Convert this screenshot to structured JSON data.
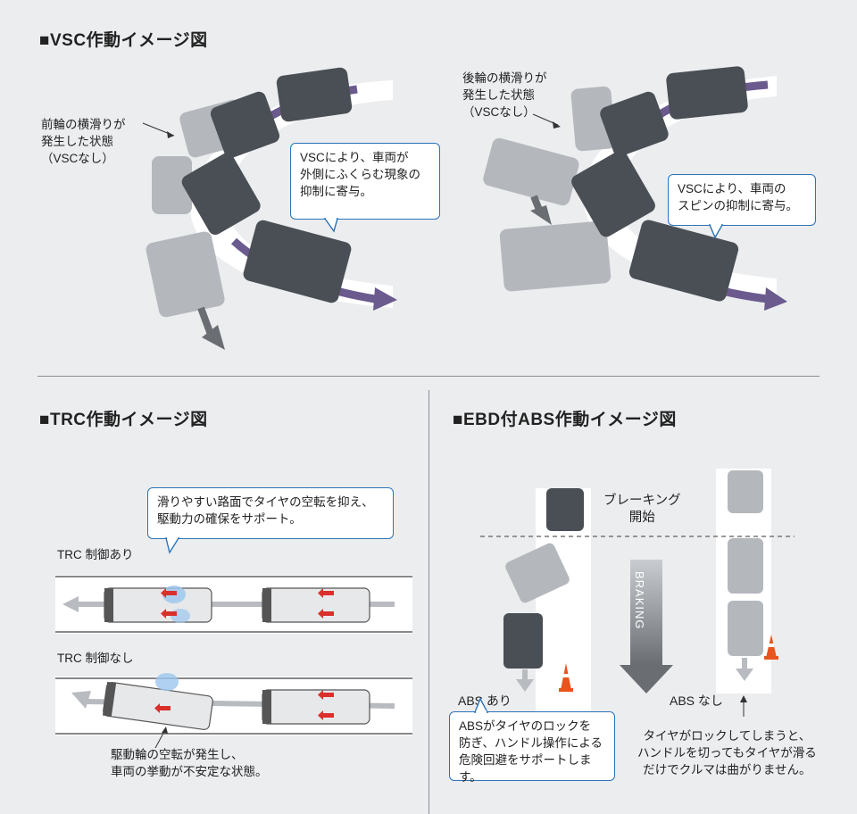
{
  "vsc": {
    "title": "■VSC作動イメージ図",
    "front_slip_label": "前輪の横滑りが\n発生した状態\n（VSCなし）",
    "rear_slip_label": "後輪の横滑りが\n発生した状態\n（VSCなし）",
    "bubble_left": "VSCにより、車両が\n外側にふくらむ現象の\n抑制に寄与。",
    "bubble_right": "VSCにより、車両の\nスピンの抑制に寄与。"
  },
  "trc": {
    "title": "■TRC作動イメージ図",
    "bubble": "滑りやすい路面でタイヤの空転を抑え、\n駆動力の確保をサポート。",
    "with_label": "TRC 制御あり",
    "without_label": "TRC 制御なし",
    "note": "駆動輪の空転が発生し、\n車両の挙動が不安定な状態。"
  },
  "abs": {
    "title": "■EBD付ABS作動イメージ図",
    "braking_start": "ブレーキング\n開始",
    "braking_word": "BRAKING",
    "with_label": "ABS あり",
    "without_label": "ABS なし",
    "bubble": "ABSがタイヤのロックを\n防ぎ、ハンドル操作による\n危険回避をサポートします。",
    "note": "タイヤがロックしてしまうと、\nハンドルを切ってもタイヤが滑る\nだけでクルマは曲がりません。"
  },
  "colors": {
    "background": "#ebedef",
    "accent_purple": "#6b5a8e",
    "bubble_border": "#2c73b8",
    "bus_dark": "#4a4f56",
    "bus_ghost": "#b4b8bd",
    "red_arrow": "#d9302c",
    "cone_orange": "#e8541e"
  }
}
